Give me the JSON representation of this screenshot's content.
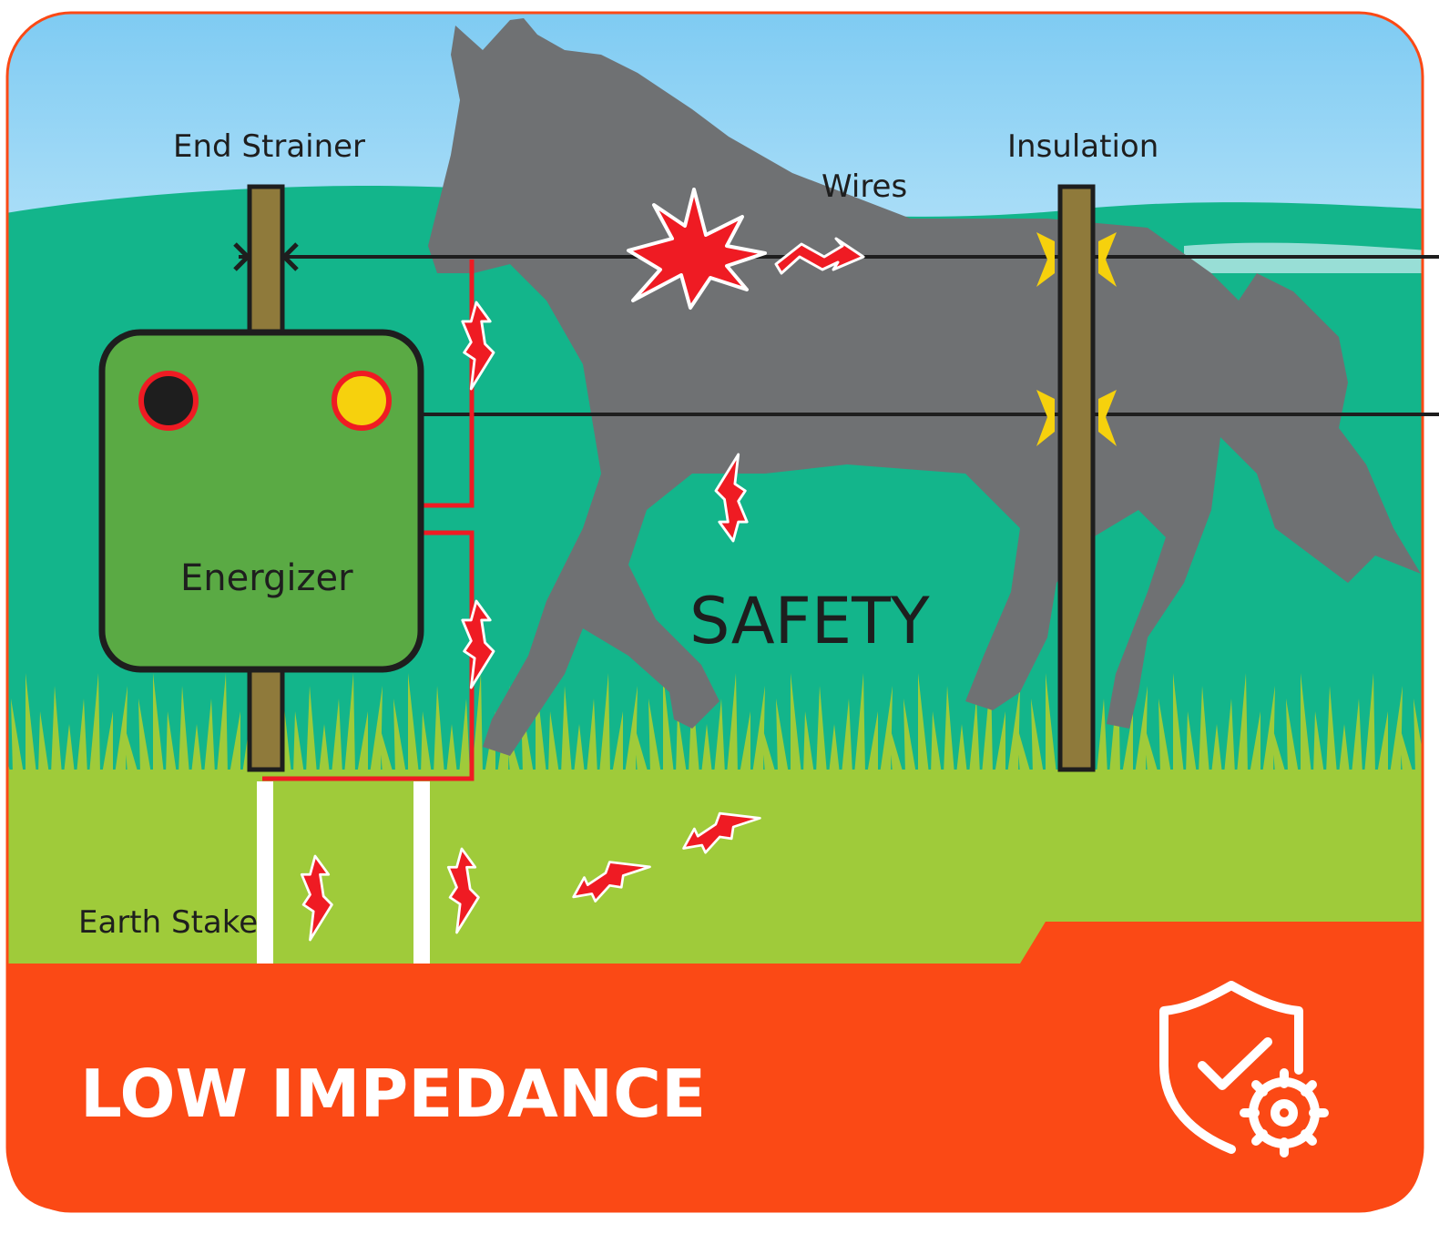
{
  "labels": {
    "end_strainer": "End Strainer",
    "wires": "Wires",
    "insulation": "Insulation",
    "energizer": "Energizer",
    "safety": "SAFETY",
    "earth_stake": "Earth Stake"
  },
  "banner": {
    "title": "LOW IMPEDANCE",
    "icon": "shield-check-gear-icon"
  },
  "colors": {
    "accent": "#fb4915",
    "sky": "#8fd3f4",
    "hill": "#13b58b",
    "grass": "#9fcb3a",
    "energizer": "#5aaa44",
    "horse": "#6f7173",
    "current": "#ef1b23",
    "insulator": "#f6d10d",
    "post": "#8f7a3b"
  }
}
